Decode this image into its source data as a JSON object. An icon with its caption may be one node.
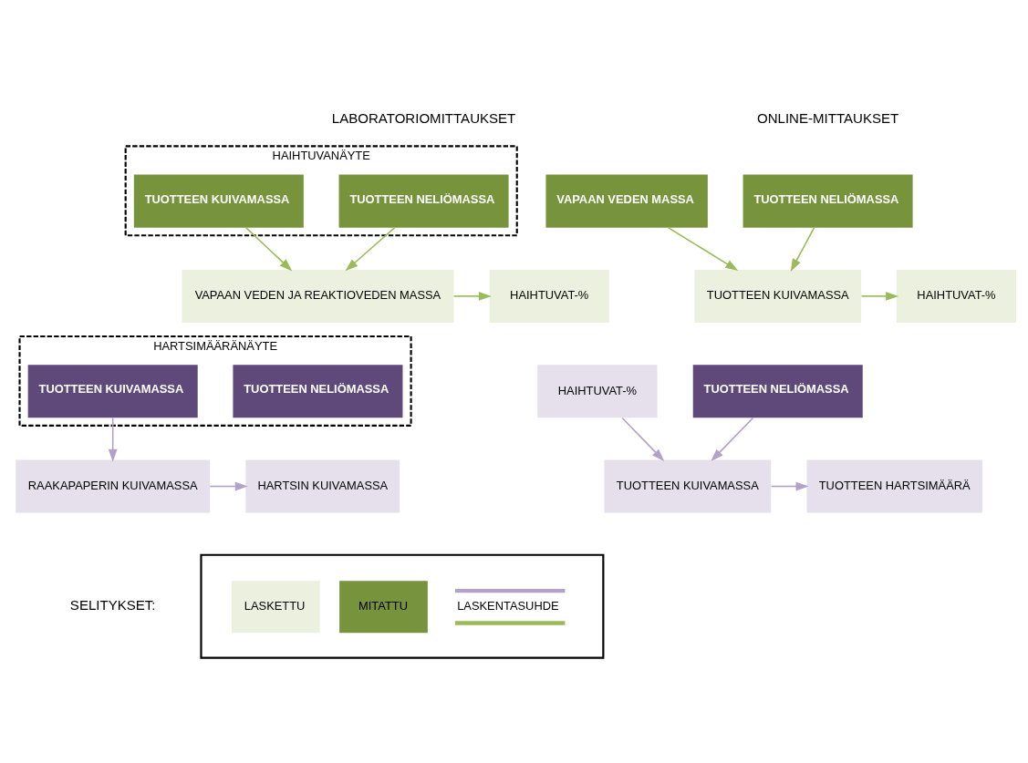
{
  "diagram": {
    "nodes": [
      {
        "text": [
          "HAIHTUVANÄYTE"
        ]
      },
      {
        "text": [
          "TUOTTEEN NELIÖMASSA"
        ],
        "in": 0
      },
      {
        "text": [
          "TUOTTEEN KUIVAMASSA"
        ],
        "in": 0
      },
      {
        "text": [
          "VAPAAN VEDEN JA REAKTIOVEDEN MASSA"
        ]
      },
      {
        "text": [
          "HAIHTUVAT-%"
        ]
      },
      {
        "text": [
          "TUOTTEEN NELIÖMASSA"
        ]
      },
      {
        "text": [
          "VAPAAN VEDEN MASSA"
        ]
      },
      {
        "text": [
          "TUOTTEEN KUIVAMASSA"
        ]
      },
      {
        "text": [
          "HAIHTUVAT-%"
        ]
      },
      {
        "text": [
          "HARTSIMÄÄRÄNÄYTE"
        ]
      },
      {
        "text": [
          "TUOTTEEN NELIÖMASSA"
        ],
        "in": 9
      },
      {
        "text": [
          "TUOTTEEN KUIVAMASSA"
        ],
        "in": 9
      },
      {
        "text": [
          "RAAKAPAPERIN KUIVAMASSA"
        ]
      },
      {
        "text": [
          "HARTSIN KUIVAMASSA"
        ]
      },
      {
        "text": [
          "TUOTTEEN NELIÖMASSA"
        ]
      },
      {
        "text": [
          "HAIHTUVAT-%"
        ]
      },
      {
        "text": [
          "TUOTTEEN KUIVAMASSA"
        ]
      },
      {
        "text": [
          "TUOTTEEN HARTSIMÄÄRÄ"
        ]
      }
    ],
    "edges": [
      {
        "from": 1,
        "to": 3,
        "arrow": "to",
        "color": "#9bbb59"
      },
      {
        "from": 2,
        "to": 3,
        "arrow": "to",
        "color": "#9bbb59"
      },
      {
        "from": 3,
        "to": 4,
        "arrow": "to",
        "color": "#9bbb59"
      },
      {
        "from": 5,
        "to": 7,
        "arrow": "to",
        "color": "#9bbb59"
      },
      {
        "from": 6,
        "to": 7,
        "arrow": "to",
        "color": "#9bbb59"
      },
      {
        "from": 7,
        "to": 8,
        "arrow": "to",
        "color": "#9bbb59"
      },
      {
        "from": 11,
        "to": 12,
        "arrow": "to",
        "color": "#b3a2c7"
      },
      {
        "from": 12,
        "to": 13,
        "arrow": "to",
        "color": "#b3a2c7"
      },
      {
        "from": 14,
        "to": 16,
        "arrow": "to",
        "color": "#b3a2c7"
      },
      {
        "from": 15,
        "to": 16,
        "arrow": "to",
        "color": "#b3a2c7"
      },
      {
        "from": 16,
        "to": 17,
        "arrow": "to",
        "color": "#b3a2c7"
      }
    ],
    "labels": [
      "LABORATORIOMITTAUKSET",
      "ONLINE-MITTAUKSET",
      "SELITYKSET:"
    ],
    "legend": [
      {
        "text": "LASKETTU",
        "color": "#ebf1de"
      },
      {
        "text": "MITATTU",
        "color": "#77933c"
      },
      {
        "text": "LASKENTASUHDE"
      }
    ]
  }
}
